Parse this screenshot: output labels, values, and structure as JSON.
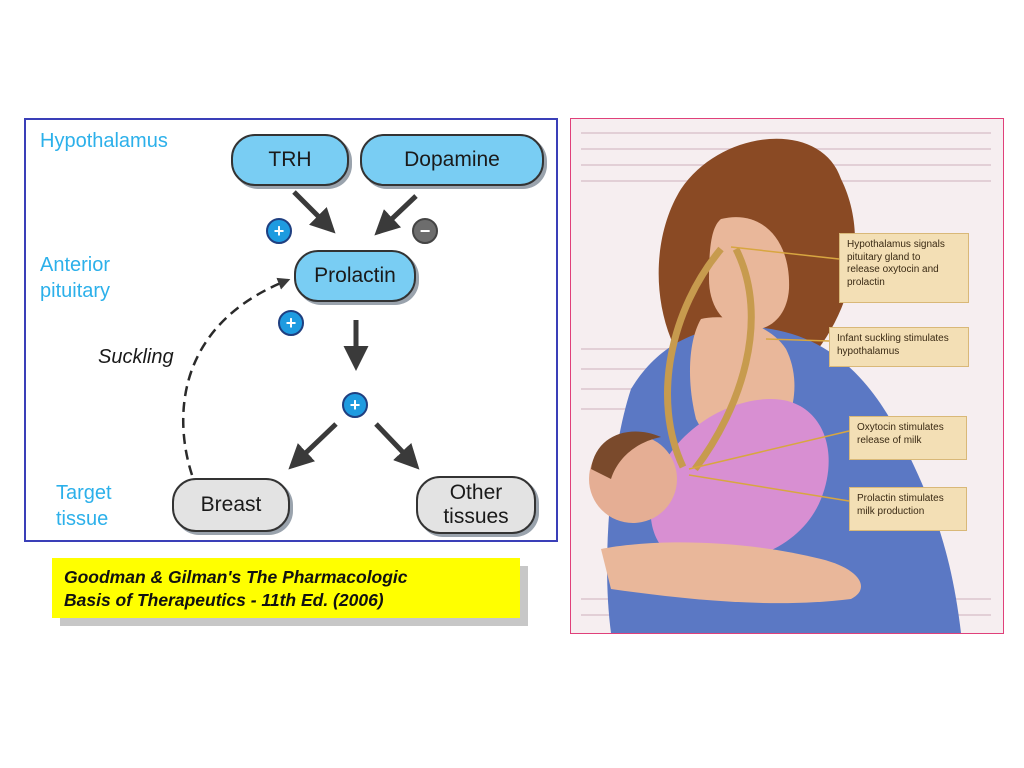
{
  "diagram": {
    "levels": {
      "hypothalamus": "Hypothalamus",
      "anterior_pituitary": "Anterior\npituitary",
      "target_tissue": "Target\ntissue"
    },
    "nodes": {
      "trh": "TRH",
      "dopamine": "Dopamine",
      "prolactin": "Prolactin",
      "breast": "Breast",
      "other_tissues": "Other\ntissues"
    },
    "signs": {
      "trh_effect": "+",
      "dopamine_effect": "−",
      "suckling_effect": "+",
      "prolactin_effect": "+"
    },
    "suckling_label": "Suckling",
    "colors": {
      "label_blue": "#2cb0ea",
      "node_blue": "#79cdf3",
      "node_gray": "#e3e3e3",
      "frame": "#3a3fb8"
    }
  },
  "citation": {
    "text": "Goodman & Gilman's The Pharmacologic\nBasis of Therapeutics - 11th Ed. (2006)"
  },
  "illustration": {
    "callouts": [
      "Hypothalamus signals\npituitary gland to\nrelease oxytocin and\nprolactin",
      "Infant suckling stimulates\nhypothalamus",
      "Oxytocin stimulates\nrelease of milk",
      "Prolactin stimulates\nmilk production"
    ],
    "colors": {
      "frame": "#e0407a",
      "callout_bg": "#f3dfb5"
    }
  }
}
